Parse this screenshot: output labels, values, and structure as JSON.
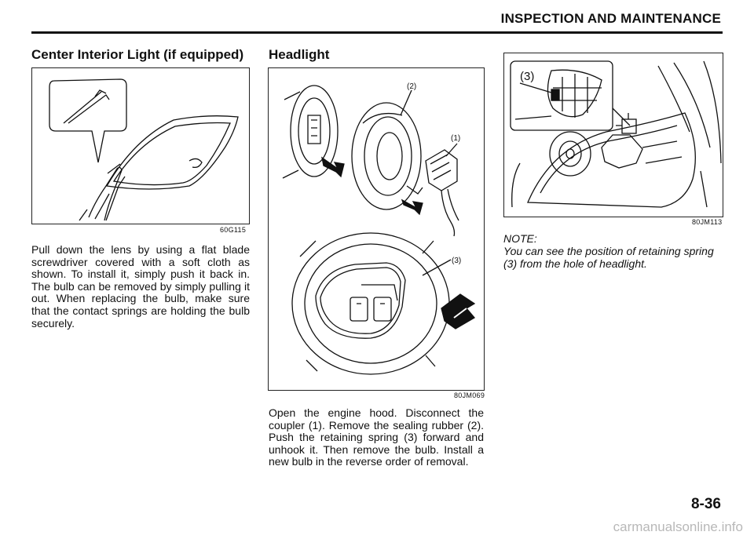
{
  "header": {
    "title": "INSPECTION AND MAINTENANCE"
  },
  "left": {
    "heading": "Center Interior Light (if equipped)",
    "figure_code": "60G115",
    "text": "Pull down the lens by using a flat blade screwdriver covered with a soft cloth as shown. To install it, simply push it back in. The bulb can be removed by simply pulling it out. When replacing the bulb, make sure that the contact springs are holding the bulb securely."
  },
  "middle": {
    "heading": "Headlight",
    "figure_code": "80JM069",
    "callouts": {
      "c2": "(2)",
      "c1": "(1)",
      "c3": "(3)"
    },
    "text": "Open the engine hood. Disconnect the coupler (1). Remove the sealing rubber (2). Push the retaining spring (3) forward and unhook it. Then remove the bulb. Install a new bulb in the reverse order of removal."
  },
  "right": {
    "figure_code": "80JM113",
    "callout": "(3)",
    "note_label": "NOTE:",
    "note_text": "You can see the position of retaining spring (3) from the hole of headlight."
  },
  "footer": {
    "page_number": "8-36",
    "watermark": "carmanualsonline.info"
  }
}
